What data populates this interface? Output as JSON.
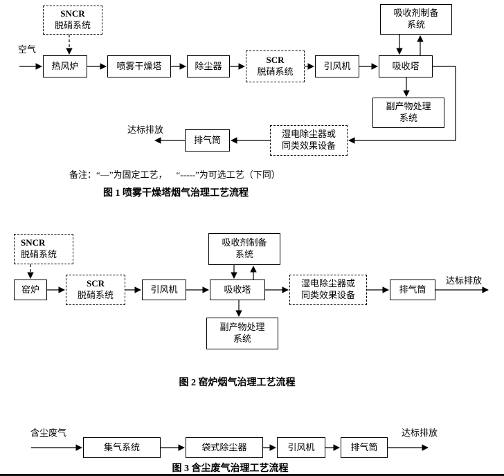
{
  "figure1": {
    "air_label": "空气",
    "sncr": {
      "line1": "SNCR",
      "line2": "脱硝系统"
    },
    "hot_air_furnace": "热风炉",
    "spray_drying_tower": "喷雾干燥塔",
    "dust_collector": "除尘器",
    "scr": {
      "line1": "SCR",
      "line2": "脱硝系统"
    },
    "induced_draft_fan": "引风机",
    "absorption_tower": "吸收塔",
    "absorbent_preparation": "吸收剂制备\n系统",
    "byproduct_treatment": "副产物处理\n系统",
    "wet_esp": "湿电除尘器或\n同类效果设备",
    "stack": "排气筒",
    "discharge_label": "达标排放",
    "note": "备注：“—”为固定工艺，    “-----”为可选工艺（下同）",
    "caption": "图 1  喷雾干燥塔烟气治理工艺流程"
  },
  "figure2": {
    "sncr": {
      "line1": "SNCR",
      "line2": "脱硝系统"
    },
    "kiln": "窑炉",
    "scr": {
      "line1": "SCR",
      "line2": "脱硝系统"
    },
    "induced_draft_fan": "引风机",
    "absorption_tower": "吸收塔",
    "absorbent_preparation": "吸收剂制备\n系统",
    "byproduct_treatment": "副产物处理\n系统",
    "wet_esp": "湿电除尘器或\n同类效果设备",
    "stack": "排气筒",
    "discharge_label": "达标排放",
    "caption": "图 2   窑炉烟气治理工艺流程"
  },
  "figure3": {
    "dusty_gas_label": "含尘废气",
    "gas_collection": "集气系统",
    "bag_filter": "袋式除尘器",
    "induced_draft_fan": "引风机",
    "stack": "排气筒",
    "discharge_label": "达标排放",
    "caption": "图 3   含尘废气治理工艺流程"
  }
}
